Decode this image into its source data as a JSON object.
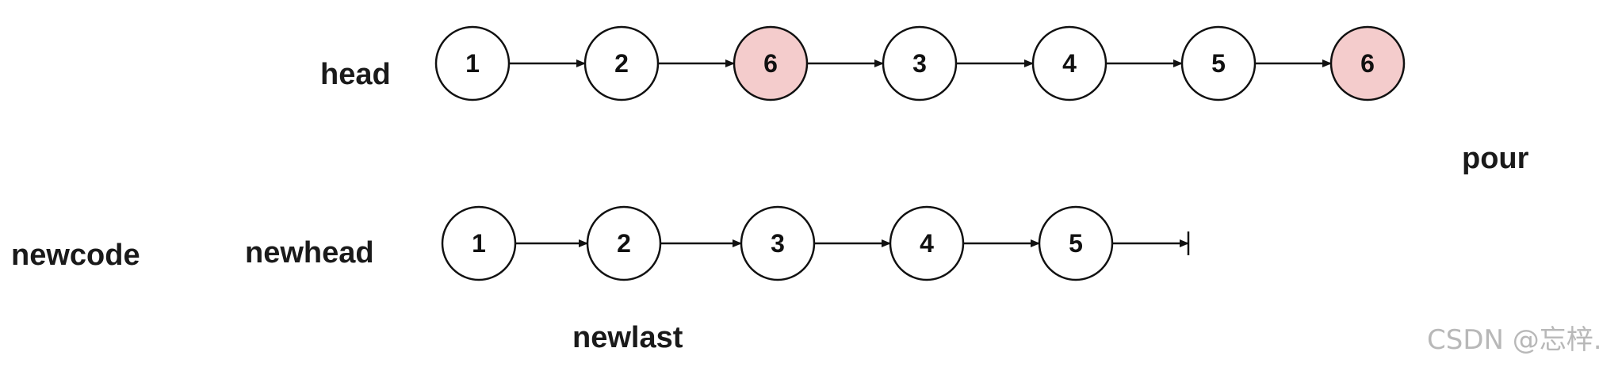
{
  "labels": {
    "head": "head",
    "pour": "pour",
    "newcode": "newcode",
    "newhead": "newhead",
    "newlast": "newlast"
  },
  "watermark": "CSDN @忘梓.",
  "colors": {
    "highlight": "#f4cccc",
    "node_fill": "#ffffff",
    "stroke": "#111111"
  },
  "lists": {
    "original": {
      "values": [
        "1",
        "2",
        "6",
        "3",
        "4",
        "5",
        "6"
      ],
      "highlighted": [
        false,
        false,
        true,
        false,
        false,
        false,
        true
      ]
    },
    "new": {
      "values": [
        "1",
        "2",
        "3",
        "4",
        "5"
      ],
      "highlighted": [
        false,
        false,
        false,
        false,
        false
      ]
    }
  }
}
